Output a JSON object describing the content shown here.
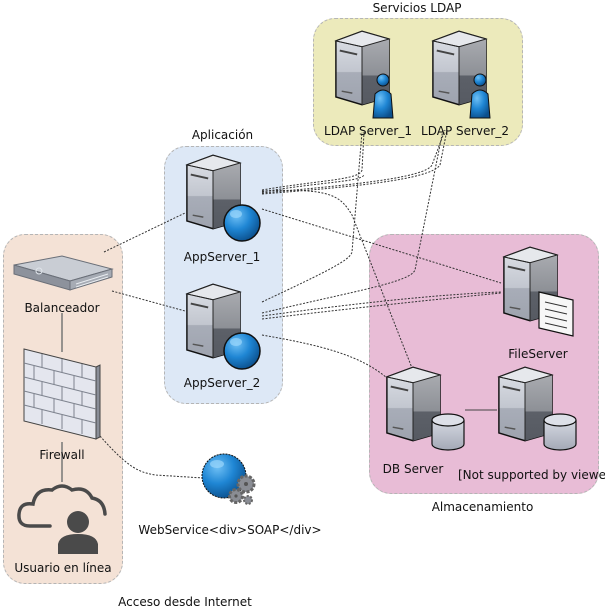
{
  "groups": {
    "ldap": {
      "title": "Servicios LDAP",
      "color": "#eceabb"
    },
    "app": {
      "title": "Aplicación",
      "color": "#dde8f6"
    },
    "internet": {
      "title": "Acceso desde Internet",
      "color": "#f4e2d6"
    },
    "storage": {
      "title": "Almacenamiento",
      "color": "#e8bcd6"
    }
  },
  "nodes": {
    "ldap1": {
      "label": "LDAP Server_1",
      "icon": "ldap-server-user-icon"
    },
    "ldap2": {
      "label": "LDAP Server_2",
      "icon": "ldap-server-user-icon"
    },
    "app1": {
      "label": "AppServer_1",
      "icon": "web-server-icon"
    },
    "app2": {
      "label": "AppServer_2",
      "icon": "web-server-icon"
    },
    "balancer": {
      "label": "Balanceador",
      "icon": "load-balancer-icon"
    },
    "firewall": {
      "label": "Firewall",
      "icon": "firewall-icon"
    },
    "user": {
      "label": "Usuario en línea",
      "icon": "cloud-user-icon"
    },
    "webservice": {
      "label": "WebService<div>SOAP</div>",
      "icon": "web-service-icon"
    },
    "fileserver": {
      "label": "FileServer",
      "icon": "file-server-icon"
    },
    "dbserver": {
      "label": "DB Server",
      "icon": "database-server-icon"
    },
    "dbreplica": {
      "label": "[Not supported by viewer]",
      "icon": "database-server-icon"
    }
  },
  "colors": {
    "server_light": "#c8ccd4",
    "server_dark": "#6b6f78",
    "globe": "#1e7fd0",
    "edge": "#333333"
  }
}
